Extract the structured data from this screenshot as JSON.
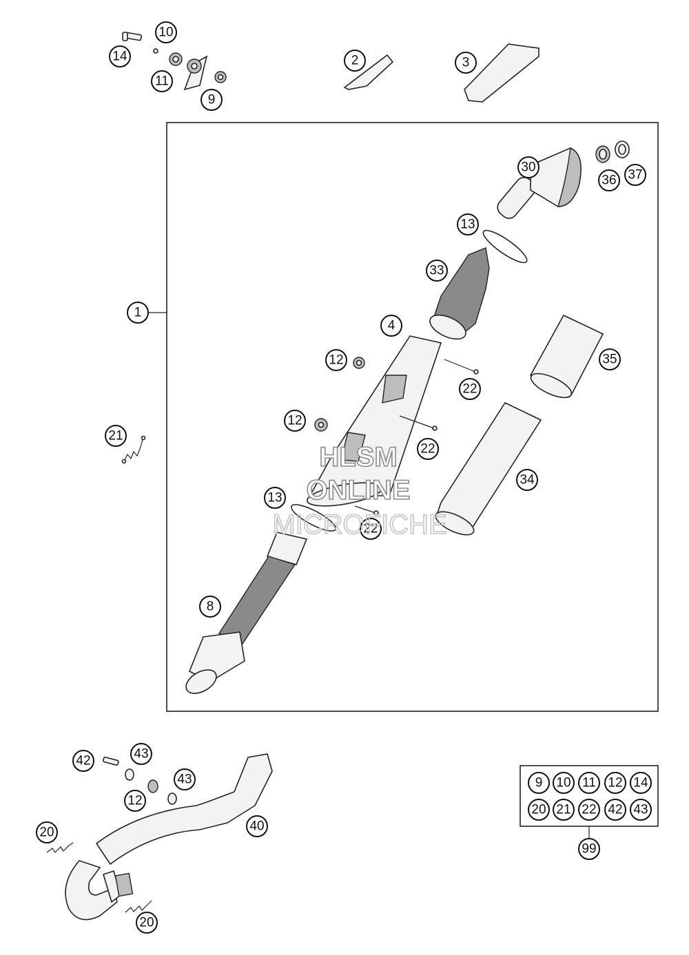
{
  "callouts": [
    {
      "id": "c10a",
      "label": "10"
    },
    {
      "id": "c14a",
      "label": "14"
    },
    {
      "id": "c11a",
      "label": "11"
    },
    {
      "id": "c9a",
      "label": "9"
    },
    {
      "id": "c2",
      "label": "2"
    },
    {
      "id": "c3",
      "label": "3"
    },
    {
      "id": "c30",
      "label": "30"
    },
    {
      "id": "c36",
      "label": "36"
    },
    {
      "id": "c37",
      "label": "37"
    },
    {
      "id": "c13a",
      "label": "13"
    },
    {
      "id": "c33",
      "label": "33"
    },
    {
      "id": "c1",
      "label": "1"
    },
    {
      "id": "c4",
      "label": "4"
    },
    {
      "id": "c12a",
      "label": "12"
    },
    {
      "id": "c22a",
      "label": "22"
    },
    {
      "id": "c35",
      "label": "35"
    },
    {
      "id": "c21a",
      "label": "21"
    },
    {
      "id": "c12b",
      "label": "12"
    },
    {
      "id": "c22b",
      "label": "22"
    },
    {
      "id": "c34",
      "label": "34"
    },
    {
      "id": "c13b",
      "label": "13"
    },
    {
      "id": "c22c",
      "label": "22"
    },
    {
      "id": "c8",
      "label": "8"
    },
    {
      "id": "c42a",
      "label": "42"
    },
    {
      "id": "c43a",
      "label": "43"
    },
    {
      "id": "c43b",
      "label": "43"
    },
    {
      "id": "c12c",
      "label": "12"
    },
    {
      "id": "c40",
      "label": "40"
    },
    {
      "id": "c20a",
      "label": "20"
    },
    {
      "id": "c20b",
      "label": "20"
    },
    {
      "id": "k9",
      "label": "9"
    },
    {
      "id": "k10",
      "label": "10"
    },
    {
      "id": "k11",
      "label": "11"
    },
    {
      "id": "k12",
      "label": "12"
    },
    {
      "id": "k14",
      "label": "14"
    },
    {
      "id": "k20",
      "label": "20"
    },
    {
      "id": "k21",
      "label": "21"
    },
    {
      "id": "k22",
      "label": "22"
    },
    {
      "id": "k42",
      "label": "42"
    },
    {
      "id": "k43",
      "label": "43"
    },
    {
      "id": "c99",
      "label": "99"
    }
  ],
  "watermark": {
    "line1": "HLSM",
    "line2": "ONLINE",
    "line3": "MICROFICHE"
  }
}
